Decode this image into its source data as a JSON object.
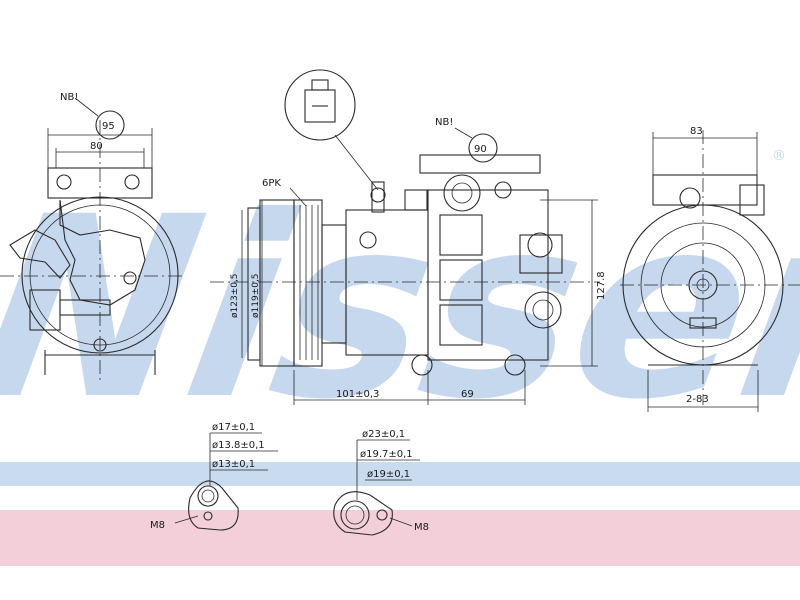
{
  "watermark": {
    "text": "Nissens",
    "registered": "®",
    "color": "#c5d8ee"
  },
  "band_colors": {
    "blue": "#c9dcef",
    "pink": "#f3cfd9"
  },
  "left_view": {
    "note": "NB!",
    "top_width": "95",
    "bottom_width": "80"
  },
  "pulley": {
    "label": "6PK",
    "outer_diameter": "ø123±0,5",
    "inner_diameter": "ø119±0,5"
  },
  "side_view": {
    "note": "NB!",
    "angle": "90",
    "body_length": "101±0,3",
    "rear_length": "69",
    "height": "127.8"
  },
  "right_view": {
    "top_width": "83",
    "bottom_width": "2-83"
  },
  "fitting_left": {
    "d1": "ø17±0,1",
    "d2": "ø13.8±0,1",
    "d3": "ø13±0,1",
    "thread": "M8"
  },
  "fitting_right": {
    "d1": "ø23±0,1",
    "d2": "ø19.7±0,1",
    "d3": "ø19±0,1",
    "thread": "M8"
  }
}
